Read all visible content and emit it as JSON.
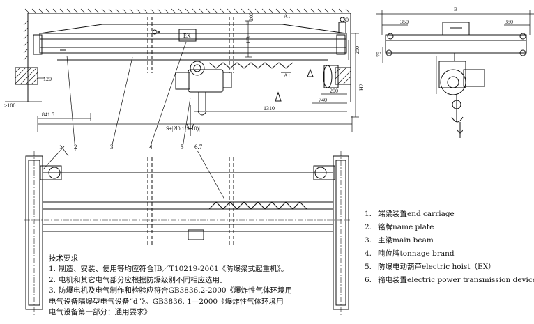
{
  "dimensions": {
    "span": "S±|2l0.1(S-10)|",
    "dim_841": "841.5",
    "dim_1310": "1310",
    "dim_740": "740",
    "dim_200": "200",
    "dim_120": "120",
    "dim_ge100": "≥100",
    "dim_H": "H",
    "dim_H3": "H3",
    "dim_H2": "H2",
    "dim_250": "250",
    "dim_30": "30",
    "dim_200v": "200",
    "dim_B": "B",
    "dim_350a": "350",
    "dim_350b": "350",
    "dim_75": "75",
    "section_A1": "A↓",
    "section_A2": "A↑",
    "ex_label": "EX"
  },
  "callouts": [
    "1",
    "2",
    "3",
    "4",
    "5",
    "6.7"
  ],
  "legend": [
    {
      "num": "1.",
      "text": "端梁装置end carriage"
    },
    {
      "num": "2.",
      "text": "铭牌name plate"
    },
    {
      "num": "3.",
      "text": "主梁main beam"
    },
    {
      "num": "4.",
      "text": "吨位牌tonnage brand"
    },
    {
      "num": "5.",
      "text": "防爆电动葫芦electric hoist（EX）"
    },
    {
      "num": "6.",
      "text": "输电装置electric power transmission device"
    }
  ],
  "requirements": {
    "title": "技术要求",
    "items": [
      {
        "num": "1.",
        "text": "制造、安装、使用等均应符合JB／T10219-2001《防爆梁式起重机》。"
      },
      {
        "num": "2.",
        "text": "电机和其它电气部分应根据防爆级别不同相应选用。"
      },
      {
        "num": "3.",
        "text": "防爆电机及电气制作和检验应符合GB3836.2-2000《爆炸性气体环境用",
        "cont1": "电气设备隔爆型电气设备“d”》。GB3836.  1—2000《爆炸性气体环境用",
        "cont2": "电气设备第一部分：通用要求》"
      }
    ]
  }
}
